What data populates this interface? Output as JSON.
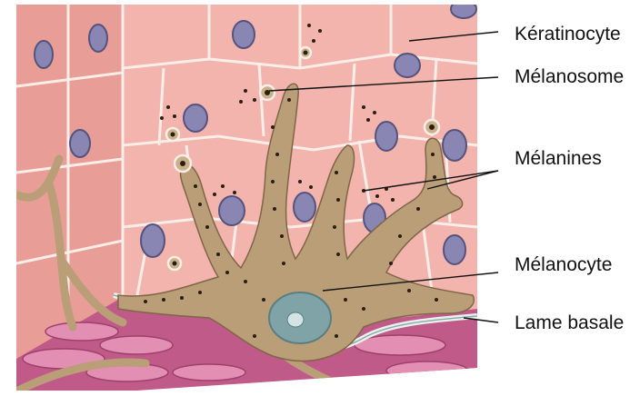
{
  "labels": {
    "keratinocyte": "Kératinocyte",
    "melanosome": "Mélanosome",
    "melanines": "Mélanines",
    "melanocyte": "Mélanocyte",
    "lame_basale": "Lame basale"
  },
  "colors": {
    "cell_fill": "#f2b4ac",
    "cell_fill_dark": "#e89e97",
    "cell_wall": "#fbeee9",
    "nucleus": "#8a86b4",
    "nucleus_dark": "#56527e",
    "melanocyte": "#b99e78",
    "melanin_dot": "#2a1e14",
    "basal_layer": "#c05a88",
    "basal_layer_light": "#e38fb4",
    "lame_basale": "#e9f2f0"
  }
}
